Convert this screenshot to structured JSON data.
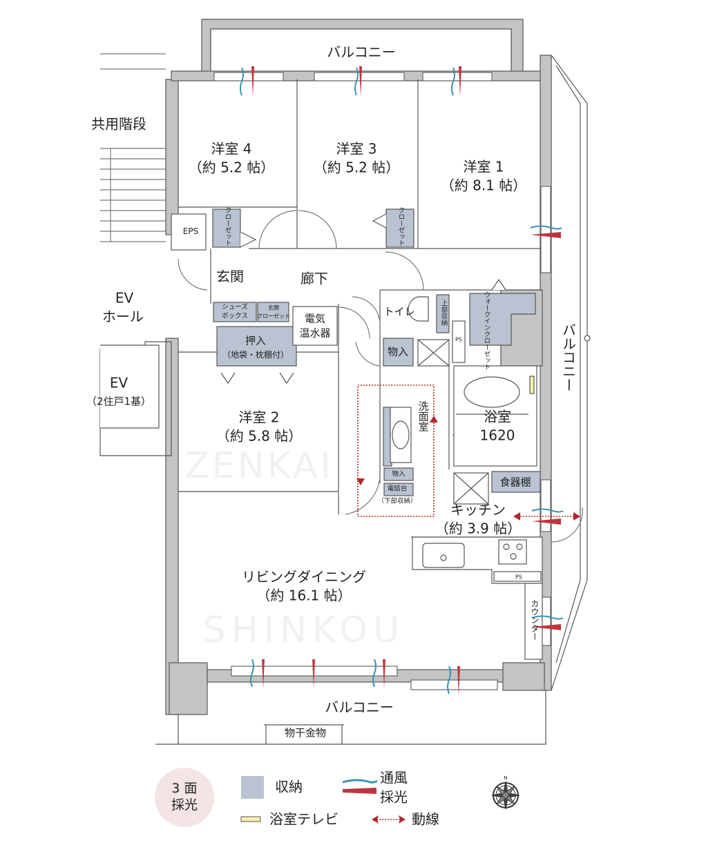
{
  "balconies": {
    "top": "バルコニー",
    "right": "バルコニー",
    "bottom": "バルコニー",
    "drying_hardware": "物干金物"
  },
  "common": {
    "stairs": "共用階段",
    "ev_hall_1": "EV",
    "ev_hall_2": "ホール",
    "ev": "EV",
    "ev_note": "（2住戸1基）",
    "eps": "EPS"
  },
  "rooms": {
    "western4": {
      "name": "洋室 4",
      "size": "（約 5.2 帖）"
    },
    "western3": {
      "name": "洋室 3",
      "size": "（約 5.2 帖）"
    },
    "western1": {
      "name": "洋室 1",
      "size": "（約 8.1 帖）"
    },
    "western2": {
      "name": "洋室 2",
      "size": "（約 5.8 帖）"
    },
    "entrance": "玄関",
    "hallway": "廊下",
    "toilet": "トイレ",
    "washroom": "洗面室",
    "bath": {
      "name": "浴室",
      "size": "1620"
    },
    "kitchen": {
      "name": "キッチン",
      "size": "（約 3.9 帖）"
    },
    "living": {
      "name": "リビングダイニング",
      "size": "（約 16.1 帖）"
    }
  },
  "storage": {
    "closet": "クローゼット",
    "shoe_box_1": "シューズ",
    "shoe_box_2": "ボックス",
    "entry_closet_1": "玄関",
    "entry_closet_2": "クローゼット",
    "water_heater_1": "電気",
    "water_heater_2": "温水器",
    "oshiire": "押入",
    "oshiire_note": "（地袋・枕棚付）",
    "upper_storage": "上部収納",
    "walk_in_closet": "ウォークインクローゼット",
    "ps": "PS",
    "monoire": "物入",
    "phone_stand": "電話台",
    "phone_note": "（下部収納）",
    "cupboard": "食器棚",
    "counter": "カウンター"
  },
  "watermark": {
    "line1": "SHINKOU",
    "line2": "ZENKAI"
  },
  "legend": {
    "badge_line1": "3 面",
    "badge_line2": "採光",
    "storage": "収納",
    "ventilation": "通風",
    "daylight": "採光",
    "bath_tv": "浴室テレビ",
    "flow": "動線",
    "compass_north": "N"
  },
  "colors": {
    "storage": "#b9c3d1",
    "wall": "#c4c4c4",
    "ventilation": "#3a93b5",
    "daylight": "#c0343f",
    "flow": "#b0282c",
    "bath_tv": "#f6efb0",
    "badge": "#f3e5e5"
  }
}
